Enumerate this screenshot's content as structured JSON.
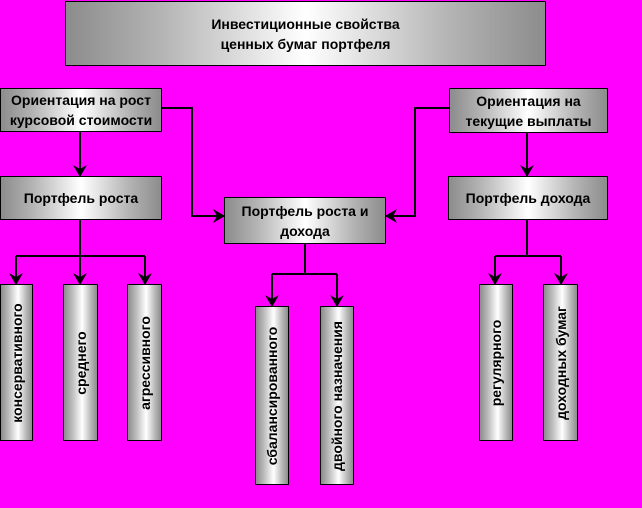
{
  "title": {
    "line1": "Инвестиционные свойства",
    "line2": "ценных бумаг портфеля"
  },
  "left_orientation": {
    "line1": "Ориентация на рост",
    "line2": "курсовой стоимости"
  },
  "right_orientation": {
    "line1": "Ориентация на",
    "line2": "текущие выплаты"
  },
  "growth_portfolio": "Портфель роста",
  "income_portfolio": "Портфель дохода",
  "mixed_portfolio": {
    "line1": "Портфель роста и",
    "line2": "дохода"
  },
  "growth_types": [
    "консервативного",
    "среднего",
    "агрессивного"
  ],
  "mixed_types": [
    "сбалансированного",
    "двойного назначения"
  ],
  "income_types": [
    "регулярного",
    "доходных бумаг"
  ],
  "colors": {
    "background": "#ff00ff",
    "line": "#000000",
    "box_border": "#000000"
  }
}
